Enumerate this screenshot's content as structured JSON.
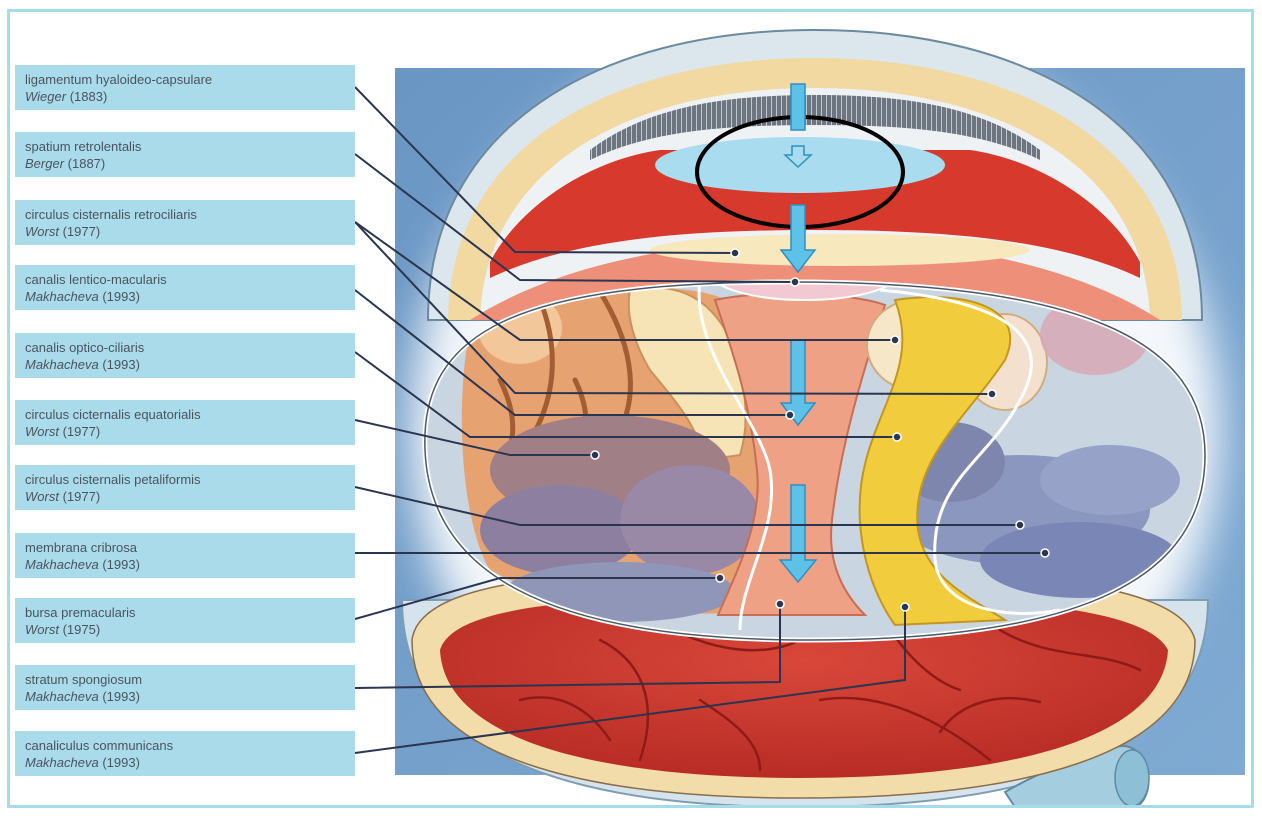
{
  "labels": [
    {
      "name": "ligamentum hyaloideo-capsulare",
      "author": "Wieger",
      "year": "(1883)"
    },
    {
      "name": "spatium retrolentalis",
      "author": "Berger",
      "year": "(1887)"
    },
    {
      "name": "circulus cisternalis retrociliaris",
      "author": "Worst",
      "year": "(1977)"
    },
    {
      "name": "canalis lentico-macularis",
      "author": "Makhacheva",
      "year": "(1993)"
    },
    {
      "name": "canalis optico-ciliaris",
      "author": "Makhacheva",
      "year": "(1993)"
    },
    {
      "name": "circulus cicternalis equatorialis",
      "author": "Worst",
      "year": "(1977)"
    },
    {
      "name": "circulus cisternalis petaliformis",
      "author": "Worst",
      "year": "(1977)"
    },
    {
      "name": "membrana cribrosa",
      "author": "Makhacheva",
      "year": "(1993)"
    },
    {
      "name": "bursa premacularis",
      "author": "Worst",
      "year": "(1975)"
    },
    {
      "name": "stratum spongiosum",
      "author": "Makhacheva",
      "year": "(1993)"
    },
    {
      "name": "canaliculus communicans",
      "author": "Makhacheva",
      "year": "(1993)"
    }
  ],
  "colors": {
    "label_bg": "#aadbeb",
    "label_text": "#4a545e",
    "leader_line": "#2a3550",
    "frame": "#a6dcea",
    "backdrop": "#6f9cc8",
    "arrow": "#5ec2e8"
  }
}
